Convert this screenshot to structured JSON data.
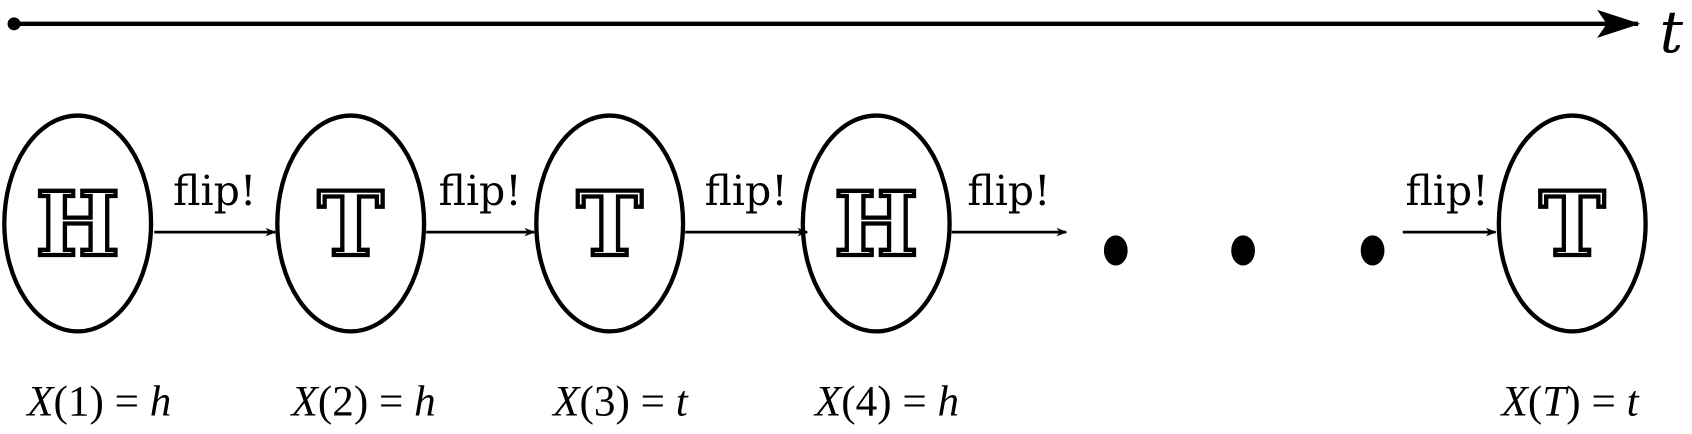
{
  "timeline": {
    "axis_label": "t"
  },
  "coins": [
    {
      "face": "H",
      "label_var": "X",
      "label_index": "1",
      "label_value": "h"
    },
    {
      "face": "T",
      "label_var": "X",
      "label_index": "2",
      "label_value": "h"
    },
    {
      "face": "T",
      "label_var": "X",
      "label_index": "3",
      "label_value": "t"
    },
    {
      "face": "H",
      "label_var": "X",
      "label_index": "4",
      "label_value": "h"
    },
    {
      "face": "T",
      "label_var": "X",
      "label_index": "T",
      "label_value": "t"
    }
  ],
  "transitions": [
    {
      "label": "flip!"
    },
    {
      "label": "flip!"
    },
    {
      "label": "flip!"
    },
    {
      "label": "flip!"
    },
    {
      "label": "flip!"
    }
  ],
  "ellipsis": "...",
  "colors": {
    "ink": "#000000",
    "background": "#ffffff"
  }
}
